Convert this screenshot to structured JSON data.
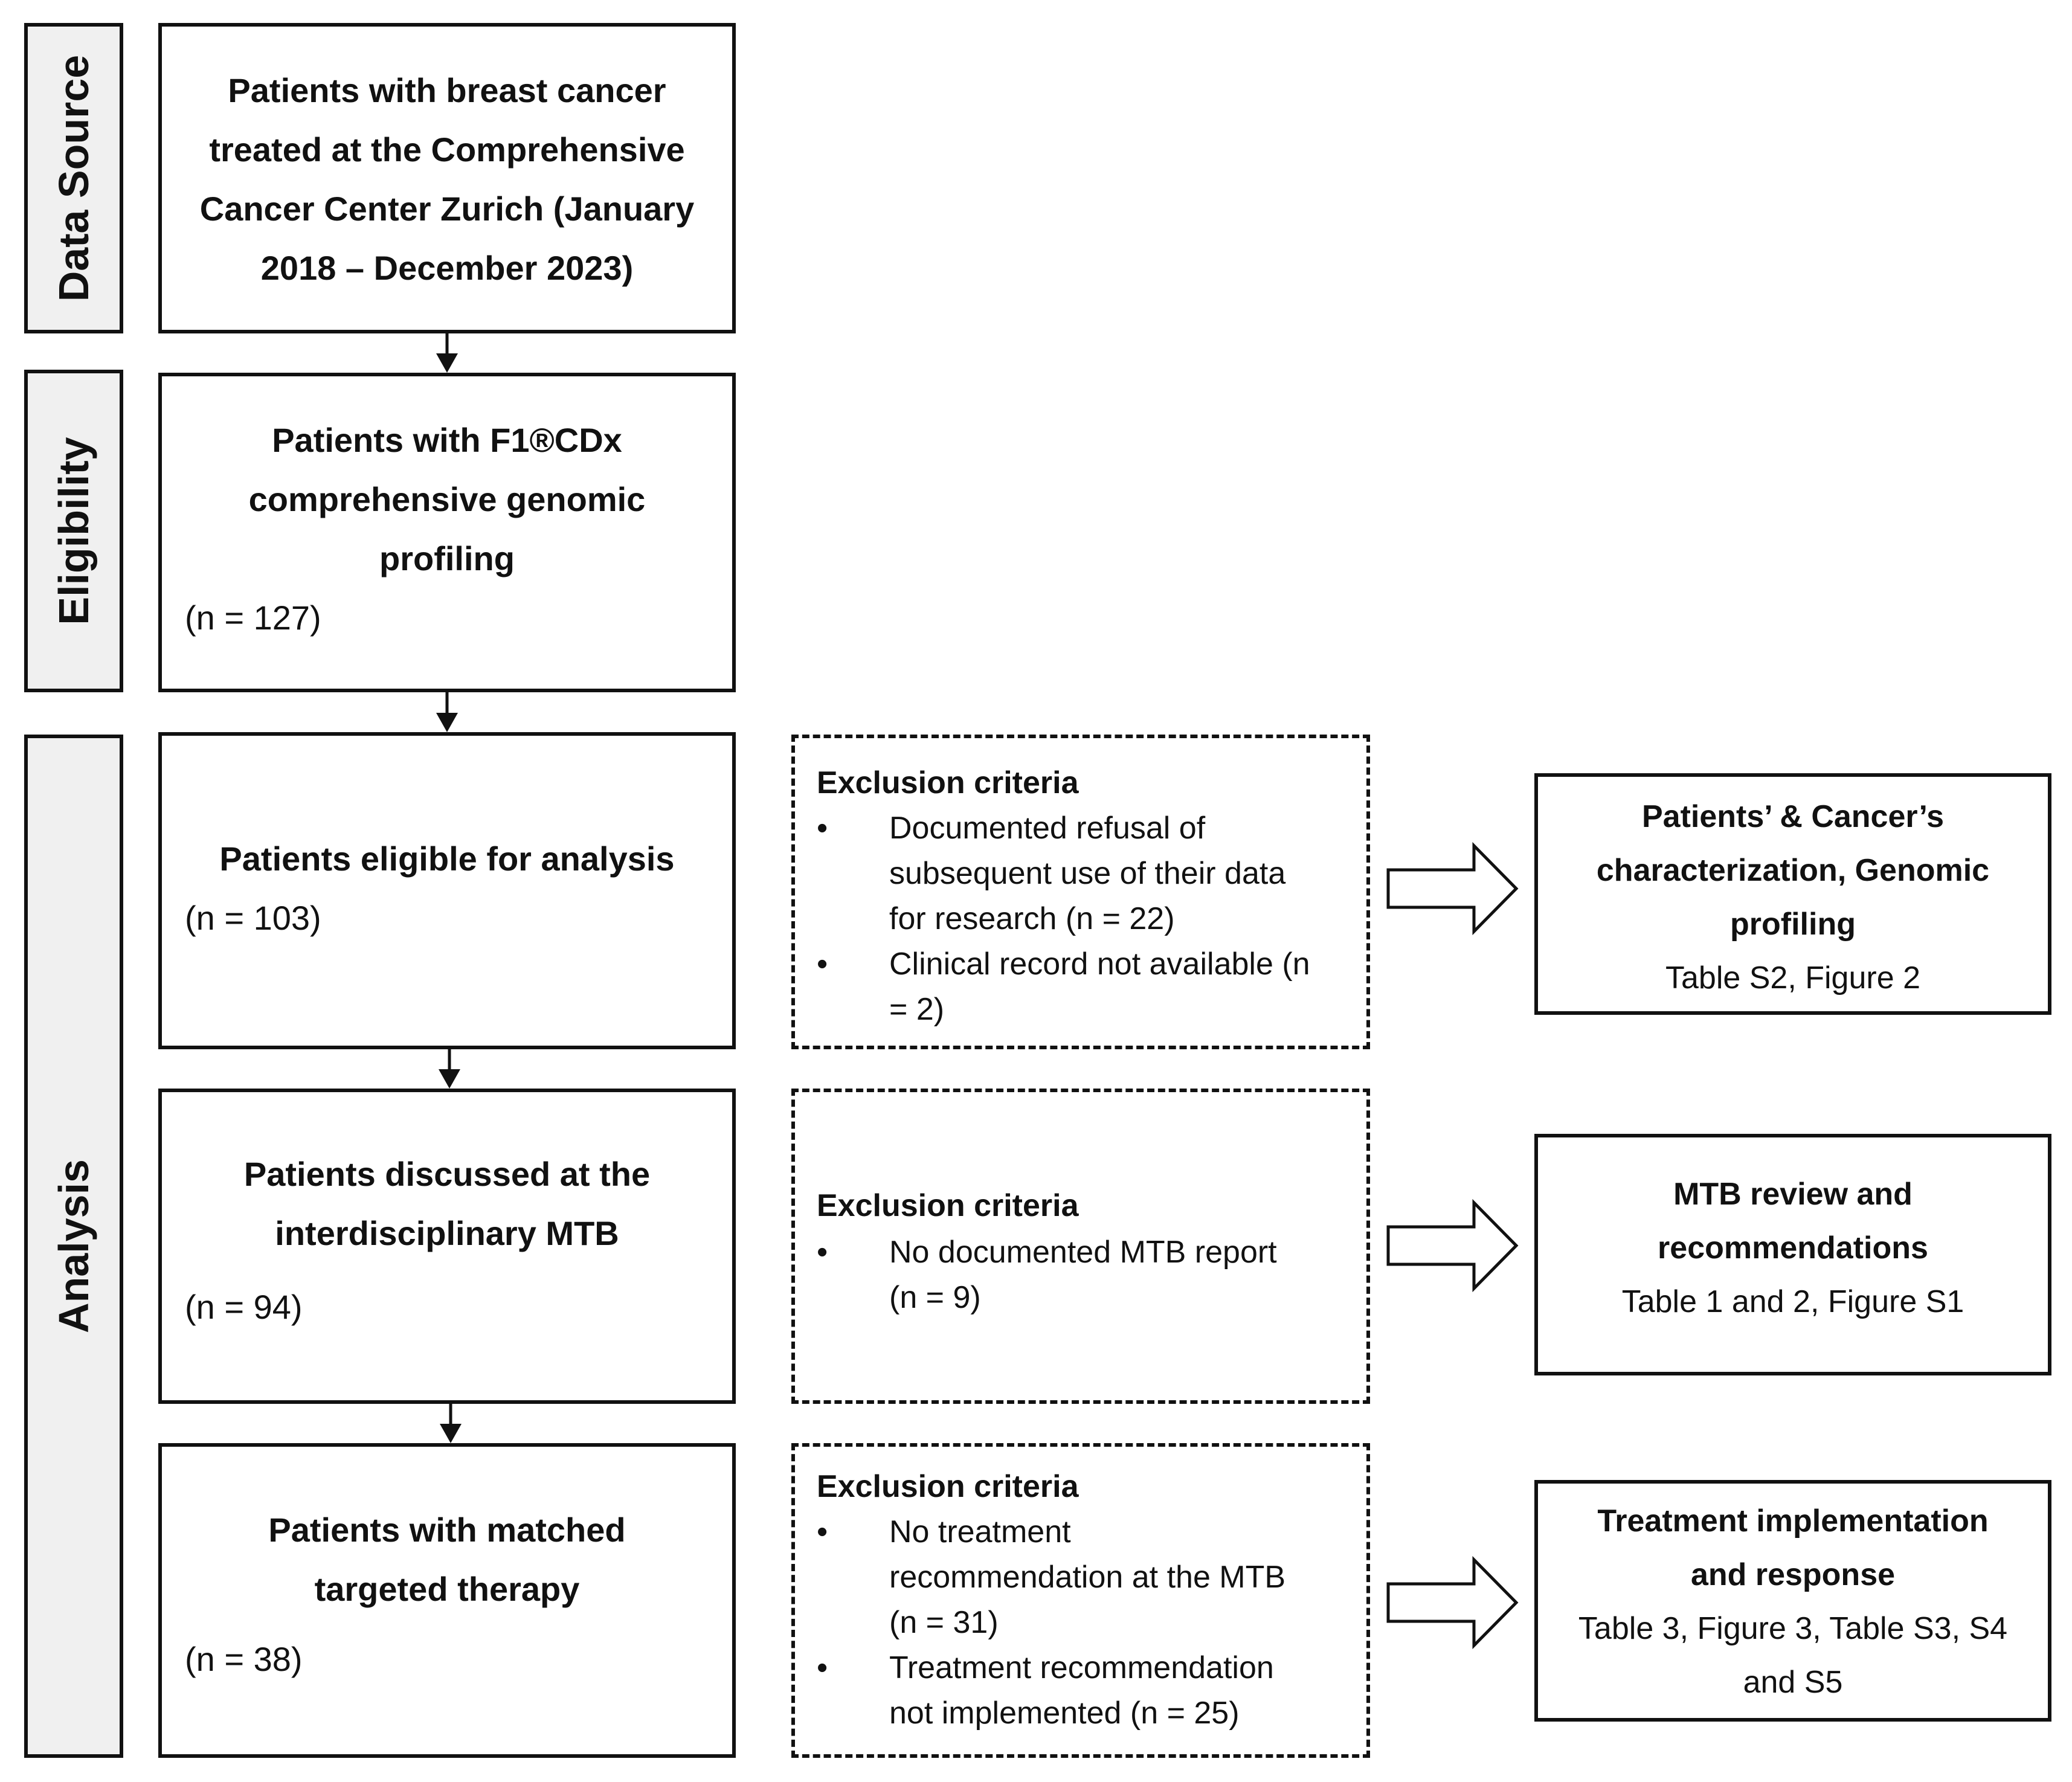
{
  "sections": {
    "data_source": "Data Source",
    "eligibility": "Eligibility",
    "analysis": "Analysis"
  },
  "main": {
    "source": {
      "lines": [
        "Patients with breast cancer",
        "treated at the Comprehensive",
        "Cancer Center Zurich (January",
        "2018 – December 2023)"
      ]
    },
    "eligibility": {
      "lines": [
        "Patients with F1®CDx",
        "comprehensive genomic",
        "profiling"
      ],
      "count": "(n = 127)"
    },
    "eligible": {
      "lines": [
        "Patients eligible for analysis"
      ],
      "count": "(n = 103)"
    },
    "discussed": {
      "lines": [
        "Patients discussed at the",
        "interdisciplinary MTB"
      ],
      "count": "(n = 94)"
    },
    "matched": {
      "lines": [
        "Patients with matched",
        "targeted therapy"
      ],
      "count": "(n = 38)"
    }
  },
  "exclusions": [
    {
      "heading": "Exclusion criteria",
      "items": [
        [
          "Documented refusal of",
          "subsequent use of their data",
          "for research (n = 22)"
        ],
        [
          "Clinical record not available (n",
          "= 2)"
        ]
      ]
    },
    {
      "heading": "Exclusion criteria",
      "items": [
        [
          "No documented MTB report",
          "(n = 9)"
        ]
      ]
    },
    {
      "heading": "Exclusion criteria",
      "items": [
        [
          "No treatment",
          "recommendation at the MTB",
          "(n = 31)"
        ],
        [
          "Treatment recommendation",
          "not implemented (n = 25)"
        ]
      ]
    }
  ],
  "outputs": [
    {
      "title_lines": [
        "Patients’ & Cancer’s",
        "characterization, Genomic",
        "profiling"
      ],
      "sub_lines": [
        "Table S2, Figure 2"
      ]
    },
    {
      "title_lines": [
        "MTB review and",
        "recommendations"
      ],
      "sub_lines": [
        "Table 1 and 2, Figure S1"
      ]
    },
    {
      "title_lines": [
        "Treatment implementation",
        "and response"
      ],
      "sub_lines": [
        "Table 3, Figure 3, Table S3, S4",
        "and S5"
      ]
    }
  ]
}
